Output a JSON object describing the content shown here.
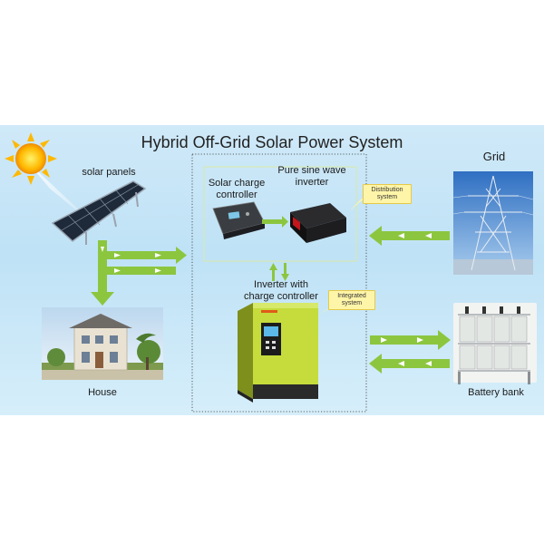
{
  "title": "Hybrid Off-Grid Solar Power System",
  "labels": {
    "solar_panels": "solar panels",
    "solar_charge_controller": "Solar charge\ncontroller",
    "pure_sine_wave_inverter": "Pure sine wave\ninverter",
    "grid": "Grid",
    "inverter_with_charge_controller": "Inverter with\ncharge controller",
    "house": "House",
    "battery_bank": "Battery bank"
  },
  "callouts": {
    "distribution": "Distribution\nsystem",
    "integrated": "Integrated\nsystem"
  },
  "colors": {
    "arrow_green": "#8cc63f",
    "callout_fill": "#fff5a8",
    "inverter_body": "#c5dc3c"
  },
  "icons": [
    "sun-icon",
    "solar-panel-icon",
    "house-icon",
    "pylon-icon",
    "battery-icon",
    "charge-controller-icon",
    "sine-inverter-icon",
    "hybrid-inverter-icon"
  ]
}
